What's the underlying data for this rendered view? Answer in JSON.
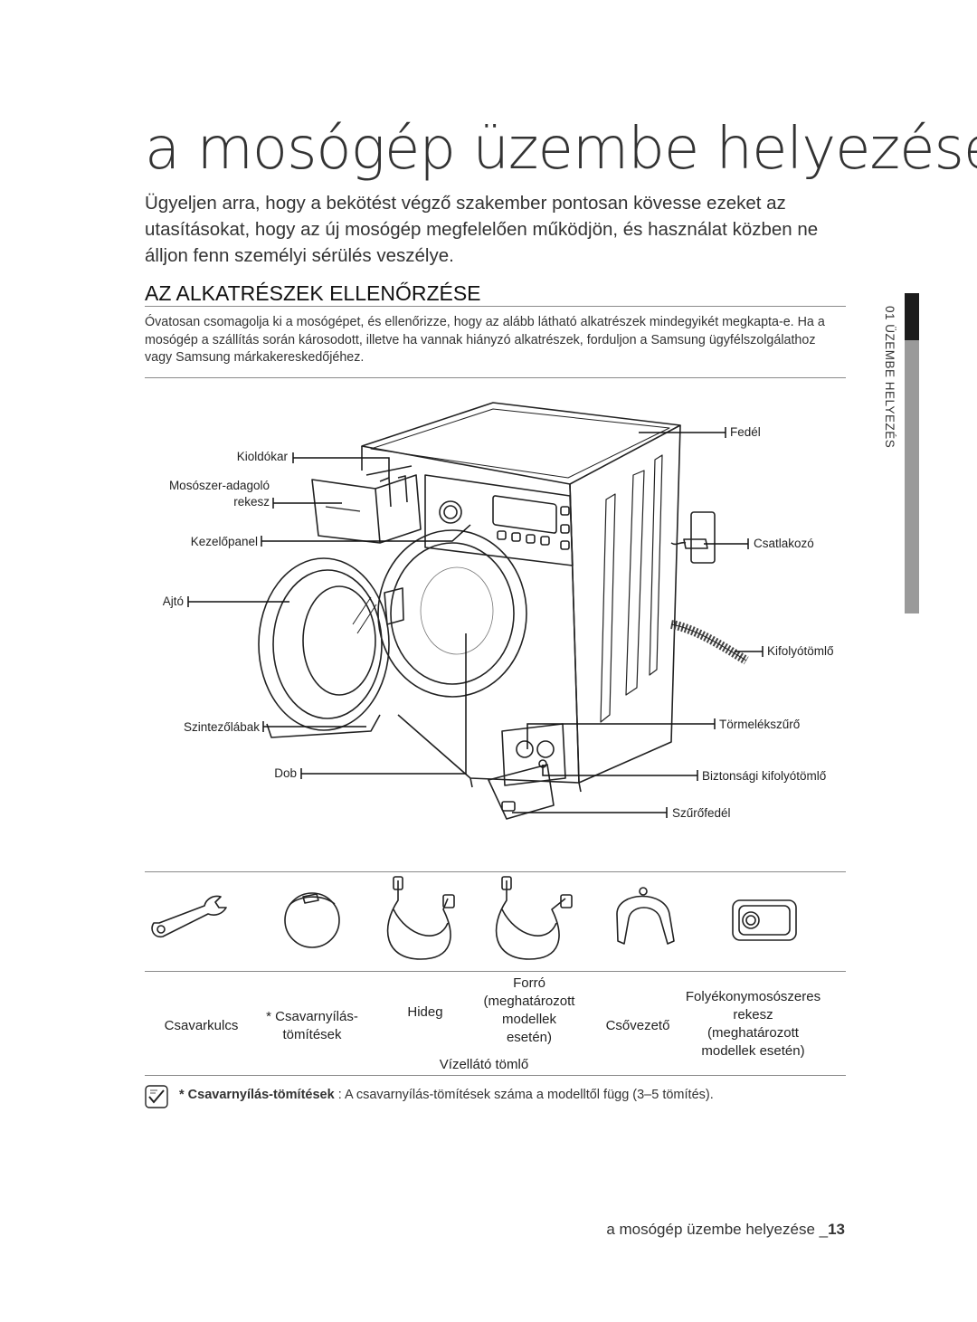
{
  "title": "a mosógép üzembe helyezése",
  "intro": "Ügyeljen arra, hogy a bekötést végző szakember pontosan kövesse ezeket az utasításokat, hogy az új mosógép megfelelően működjön, és használat közben ne álljon fenn személyi sérülés veszélye.",
  "section": {
    "title": "AZ ALKATRÉSZEK ELLENŐRZÉSE",
    "body": "Óvatosan csomagolja ki a mosógépet, és ellenőrizze, hogy az alább látható alkatrészek mindegyikét megkapta-e. Ha a mosógép a szállítás során károsodott, illetve ha vannak hiányzó alkatrészek, forduljon a Samsung ügyfélszolgálathoz vagy Samsung márkakereskedőjéhez."
  },
  "labels": {
    "kioldokar": "Kioldókar",
    "adagolo_1": "Mosószer-adagoló",
    "adagolo_2": "rekesz",
    "kezelopanel": "Kezelőpanel",
    "ajto": "Ajtó",
    "szintezolabak": "Szintezőlábak",
    "dob": "Dob",
    "fedel": "Fedél",
    "csatlakozo": "Csatlakozó",
    "kifolyotomlo": "Kifolyótömlő",
    "tormelekszuro": "Törmelékszűrő",
    "biztonsagi": "Biztonsági kifolyótömlő",
    "szurofedel": "Szűrőfedél"
  },
  "accessories": {
    "csavarkulcs": "Csavarkulcs",
    "csavarnyilas_1": "* Csavarnyílás-",
    "csavarnyilas_2": "tömítések",
    "hideg": "Hideg",
    "forro_1": "Forró",
    "forro_2": "(meghatározott",
    "forro_3": "modellek",
    "forro_4": "esetén)",
    "vizellato": "Vízellátó tömlő",
    "csovezeto": "Csővezető",
    "folyekony_1": "Folyékonymosószeres",
    "folyekony_2": "rekesz",
    "folyekony_3": "(meghatározott",
    "folyekony_4": "modellek esetén)"
  },
  "note": {
    "bold": "* Csavarnyílás-tömítések",
    "text": " : A csavarnyílás-tömítések száma a modelltől függ (3–5 tömítés)."
  },
  "sidebar": {
    "tab": "01 ÜZEMBE HELYEZÉS"
  },
  "footer": {
    "text": "a mosógép üzembe helyezése _",
    "page": "13"
  }
}
